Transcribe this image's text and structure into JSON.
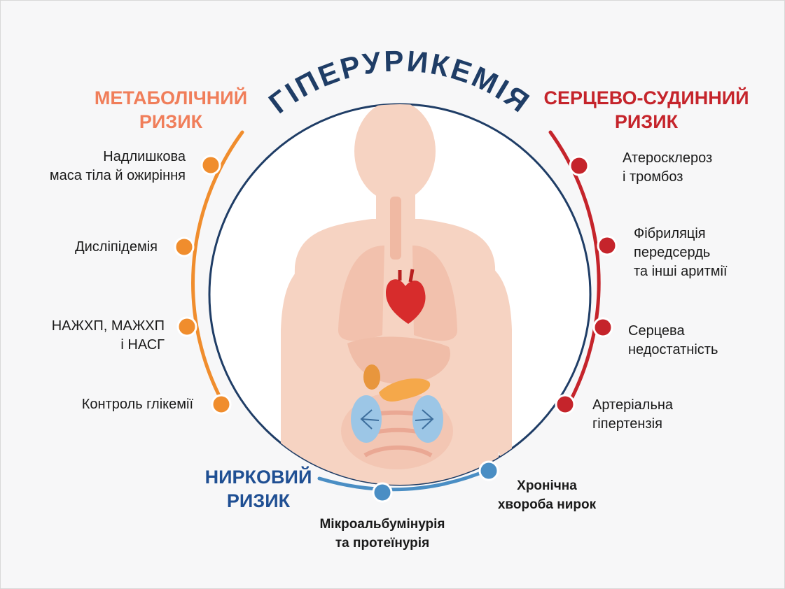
{
  "title": "ГІПЕРУРИКЕМІЯ",
  "colors": {
    "title": "#1f3d66",
    "metabolic": "#f08d2d",
    "metabolic_heading": "#f07e5a",
    "cardio": "#c5242b",
    "renal": "#4a8ec4",
    "renal_heading": "#1f4f93",
    "body": "#f6d3c2"
  },
  "metabolic": {
    "heading_line1": "МЕТАБОЛІЧНИЙ",
    "heading_line2": "РИЗИК",
    "items": [
      {
        "line1": "Надлишкова",
        "line2": "маса тіла й ожиріння"
      },
      {
        "line1": "Дисліпідемія"
      },
      {
        "line1": "НАЖХП, МАЖХП",
        "line2": "і НАСГ"
      },
      {
        "line1": "Контроль глікемії"
      }
    ]
  },
  "cardio": {
    "heading_line1": "СЕРЦЕВО-СУДИННИЙ",
    "heading_line2": "РИЗИК",
    "items": [
      {
        "line1": "Атеросклероз",
        "line2": "і тромбоз"
      },
      {
        "line1": "Фібриляція",
        "line2": "передсердь",
        "line3": "та інші аритмії"
      },
      {
        "line1": "Серцева",
        "line2": "недостатність"
      },
      {
        "line1": "Артеріальна",
        "line2": "гіпертензія"
      }
    ]
  },
  "renal": {
    "heading_line1": "НИРКОВИЙ",
    "heading_line2": "РИЗИК",
    "items": [
      {
        "line1": "Мікроальбумінурія",
        "line2": "та протеїнурія"
      },
      {
        "line1": "Хронічна",
        "line2": "хвороба нирок"
      }
    ]
  }
}
